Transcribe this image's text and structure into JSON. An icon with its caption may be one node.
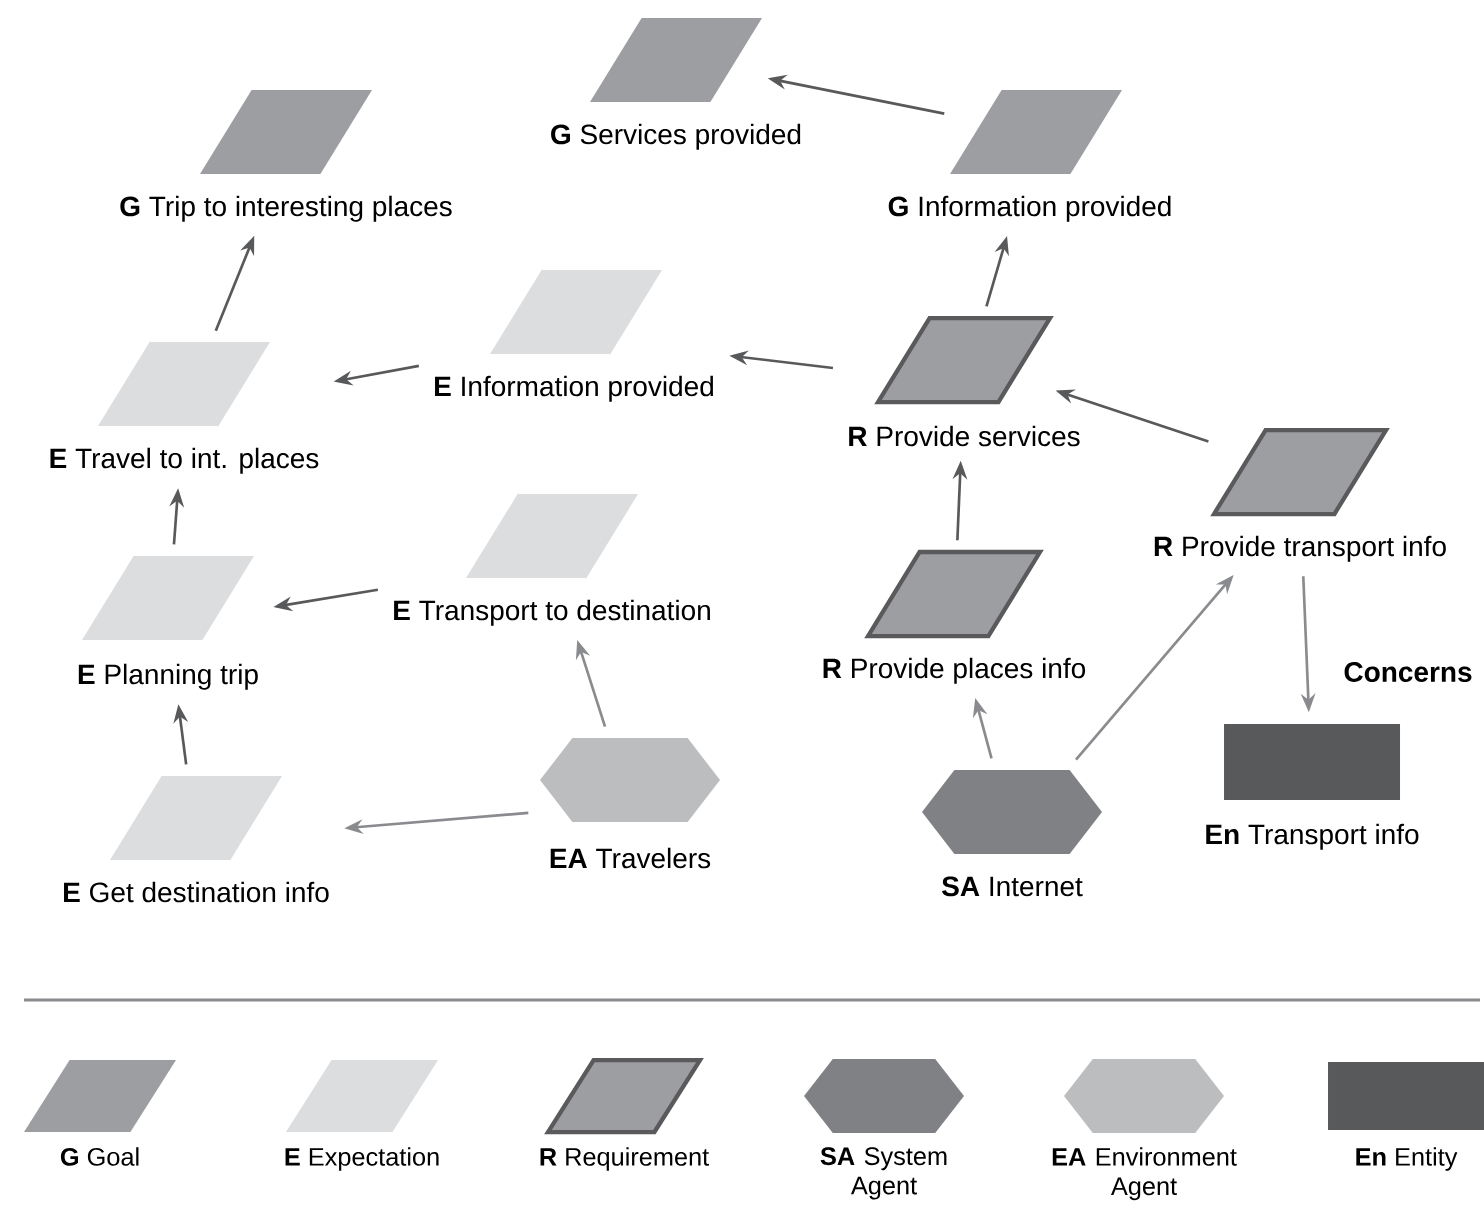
{
  "diagram": {
    "nodes": [
      {
        "text": [
          "**G** Services provided"
        ]
      },
      {
        "text": [
          "**G** Trip to interesting places"
        ]
      },
      {
        "text": [
          "**G** Information provided"
        ]
      },
      {
        "text": [
          "**E** Information provided"
        ]
      },
      {
        "text": [
          "**R** Provide services"
        ]
      },
      {
        "text": [
          "**E** Travel to int. places"
        ]
      },
      {
        "text": [
          "**R** Provide transport info"
        ]
      },
      {
        "text": [
          "**E** Transport to destination"
        ]
      },
      {
        "text": [
          "**E** Planning trip"
        ]
      },
      {
        "text": [
          "**R** Provide places info"
        ]
      },
      {
        "text": [
          "**En** Transport info"
        ]
      },
      {
        "text": [
          "**EA** Travelers"
        ]
      },
      {
        "text": [
          "**E** Get destination info"
        ]
      },
      {
        "text": [
          "**SA** Internet"
        ]
      }
    ],
    "edges": [
      {
        "from": 2,
        "to": 0,
        "arrow": "to"
      },
      {
        "from": 5,
        "to": 1,
        "arrow": "to"
      },
      {
        "from": 3,
        "to": 5,
        "arrow": "to"
      },
      {
        "from": 4,
        "to": 3,
        "arrow": "to"
      },
      {
        "from": 4,
        "to": 2,
        "arrow": "to"
      },
      {
        "from": 6,
        "to": 4,
        "arrow": "to"
      },
      {
        "from": 9,
        "to": 4,
        "arrow": "to"
      },
      {
        "from": 8,
        "to": 5,
        "arrow": "to"
      },
      {
        "from": 7,
        "to": 8,
        "arrow": "to"
      },
      {
        "from": 11,
        "to": 7,
        "arrow": "to",
        "color": "#8a8b8e"
      },
      {
        "from": 12,
        "to": 8,
        "arrow": "to"
      },
      {
        "from": 11,
        "to": 12,
        "arrow": "to",
        "color": "#8a8b8e"
      },
      {
        "from": 13,
        "to": 9,
        "arrow": "to",
        "color": "#8a8b8e"
      },
      {
        "from": 13,
        "to": 6,
        "arrow": "to",
        "color": "#8a8b8e"
      },
      {
        "from": 6,
        "to": 10,
        "arrow": "to",
        "label": "Concerns",
        "color": "#8a8b8e"
      }
    ],
    "legend": [
      {
        "text": "**G** Goal",
        "color": "#9d9ea1"
      },
      {
        "text": "**E** Expectation",
        "color": "#dcdddf"
      },
      {
        "text": "**R** Requirement",
        "color": "#9d9ea1"
      },
      {
        "text": "**SA** System Agent",
        "color": "#808184"
      },
      {
        "text": "**EA** Environment Agent",
        "color": "#bcbdbf"
      },
      {
        "text": "**En** Entity",
        "color": "#58595b"
      }
    ]
  }
}
